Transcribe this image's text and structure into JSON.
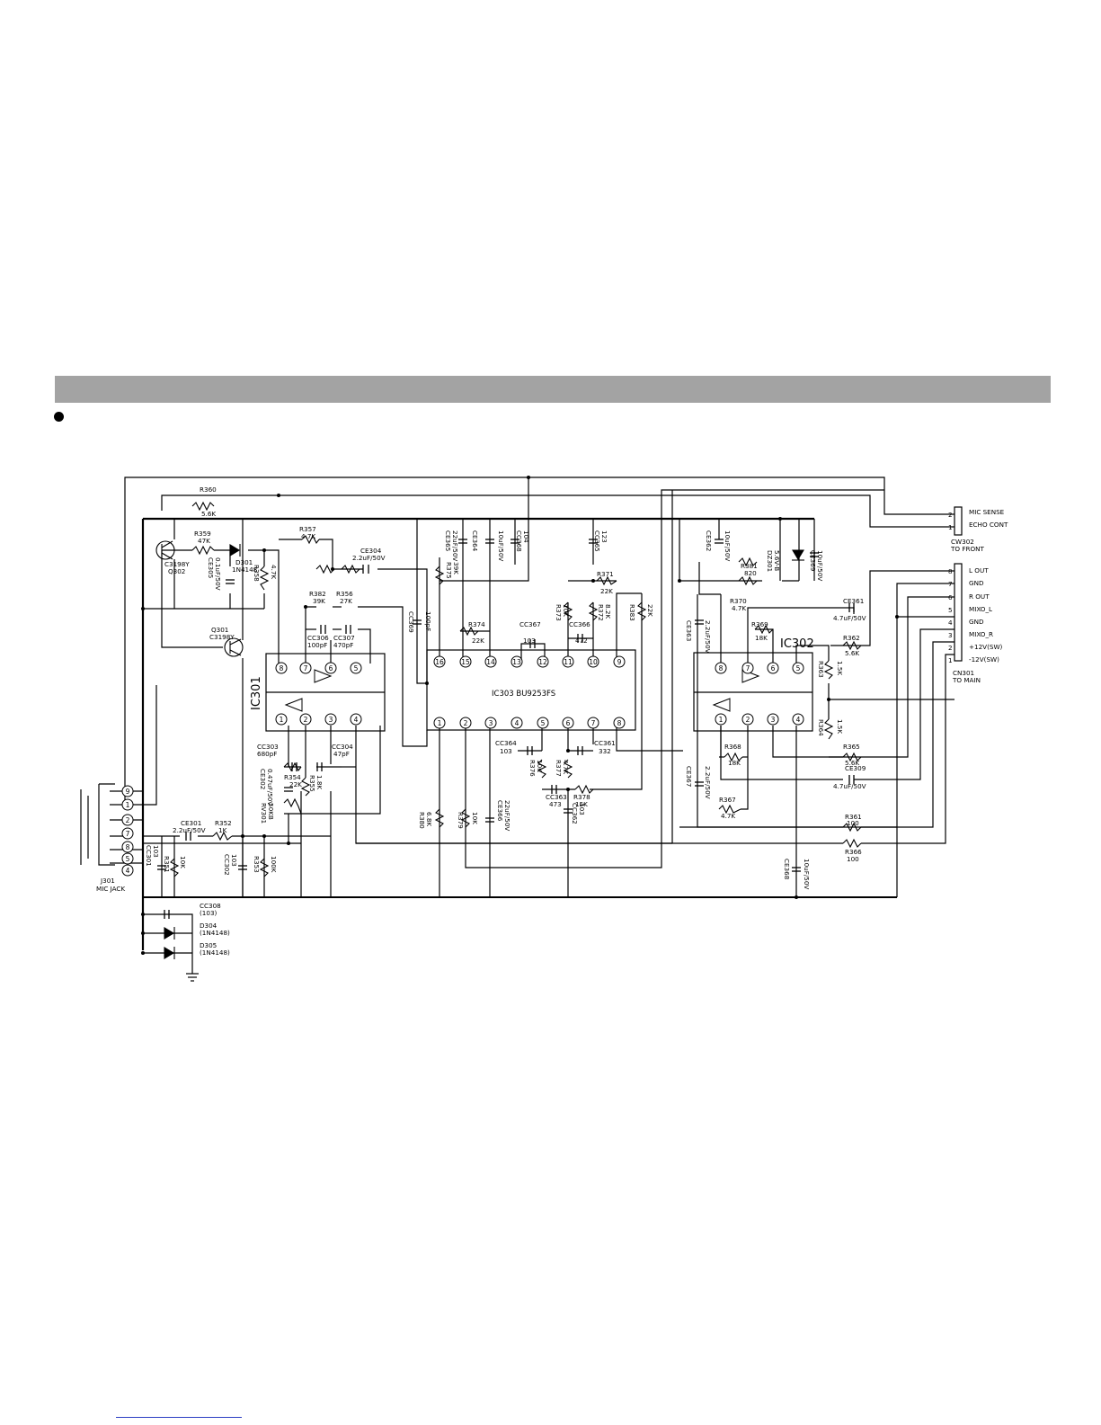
{
  "header": {
    "bar_color": "#a3a3a3",
    "bullet": "●"
  },
  "chips": {
    "ic301": "IC301",
    "ic302": "IC302",
    "ic303": "IC303 BU9253FS",
    "ic303_top_pins": [
      "16",
      "15",
      "14",
      "13",
      "12",
      "11",
      "10",
      "9"
    ],
    "ic303_bottom_pins": [
      "1",
      "2",
      "3",
      "4",
      "5",
      "6",
      "7",
      "8"
    ],
    "opamp_pins_top": [
      "8",
      "7",
      "6",
      "5"
    ],
    "opamp_pins_bottom": [
      "1",
      "2",
      "3",
      "4"
    ]
  },
  "connectors": {
    "cw302": {
      "name": "CW302",
      "sub": "TO FRONT",
      "pins": [
        "2",
        "1"
      ],
      "labels": [
        "MIC SENSE",
        "ECHO CONT"
      ]
    },
    "cn301": {
      "name": "CN301",
      "sub": "TO MAIN",
      "pins": [
        "8",
        "7",
        "6",
        "5",
        "4",
        "3",
        "2",
        "1"
      ],
      "labels": [
        "L OUT",
        "GND",
        "R OUT",
        "MIXO_L",
        "GND",
        "MIXO_R",
        "+12V(SW)",
        "-12V(SW)"
      ]
    },
    "j301": {
      "name": "J301",
      "sub": "MIC JACK",
      "pins": [
        "9",
        "1",
        "2",
        "7",
        "8",
        "5",
        "4"
      ]
    }
  },
  "components": {
    "r360": [
      "R360",
      "5.6K"
    ],
    "r359": [
      "R359",
      "47K"
    ],
    "q302": [
      "C3198Y",
      "Q302"
    ],
    "d301": [
      "D301",
      "1N4148"
    ],
    "r357": [
      "R357",
      "4.7K"
    ],
    "ce304": [
      "CE304",
      "2.2uF/50V"
    ],
    "r358": [
      "R358",
      "4.7K"
    ],
    "ce305": [
      "CE305",
      "0.1uF/50V"
    ],
    "q301": [
      "Q301",
      "C3198Y"
    ],
    "r382": [
      "R382",
      "39K"
    ],
    "r356": [
      "R356",
      "27K"
    ],
    "cc306": [
      "CC306",
      "100pF"
    ],
    "cc307": [
      "CC307",
      "470pF"
    ],
    "cc303": [
      "CC303",
      "680pF"
    ],
    "cc304": [
      "CC304",
      "47pF"
    ],
    "ce302": [
      "CE302",
      "0.47uF/50V"
    ],
    "r354": [
      "R354",
      "22K"
    ],
    "r355": [
      "R355",
      "1.8K"
    ],
    "rv301": [
      "RV301",
      "50KB"
    ],
    "ce301": [
      "CE301",
      "2.2uF/50V"
    ],
    "r352": [
      "R352",
      "1K"
    ],
    "cc301": [
      "CC301",
      "103"
    ],
    "r351": [
      "R351",
      "10K"
    ],
    "cc302": [
      "CC302",
      "103"
    ],
    "r353": [
      "R353",
      "100K"
    ],
    "cc308": [
      "CC308",
      "(103)"
    ],
    "d304": [
      "D304",
      "(1N4148)"
    ],
    "d305": [
      "D305",
      "(1N4148)"
    ],
    "cc369": [
      "CC369",
      "100pF"
    ],
    "r375": [
      "R375",
      "39K"
    ],
    "ce365": [
      "CE365",
      "22uF/50V"
    ],
    "ce364": [
      "CE364",
      "10uF/50V"
    ],
    "cc368": [
      "CC368",
      "104"
    ],
    "cc365": [
      "CC365",
      "123"
    ],
    "r371": [
      "R371",
      "22K"
    ],
    "r374": [
      "R374",
      "22K"
    ],
    "cc367": [
      "CC367",
      "103"
    ],
    "r373": [
      "R373",
      "10K"
    ],
    "r372": [
      "R372",
      "8.2K"
    ],
    "cc366": [
      "CC366",
      "472"
    ],
    "r383": [
      "R383",
      "22K"
    ],
    "cc364": [
      "CC364",
      "103"
    ],
    "cc361": [
      "CC361",
      "332"
    ],
    "r376": [
      "R376",
      "10K"
    ],
    "r377": [
      "R377",
      "4.7K"
    ],
    "cc363": [
      "CC363",
      "473"
    ],
    "r378": [
      "R378",
      "15K"
    ],
    "cc362": [
      "CC362",
      "103"
    ],
    "r380": [
      "R380",
      "6.8K"
    ],
    "r379": [
      "R379",
      "10K"
    ],
    "ce366": [
      "CE366",
      "22uF/50V"
    ],
    "ce362": [
      "CE362",
      "10uF/50V"
    ],
    "r381": [
      "R381",
      "820"
    ],
    "dz301": [
      "DZ301",
      "5.6V-B"
    ],
    "ce369": [
      "CE369",
      "10uF/50V"
    ],
    "r370": [
      "R370",
      "4.7K"
    ],
    "ce361": [
      "CE361",
      "4.7uF/50V"
    ],
    "ce363": [
      "CE363",
      "2.2uF/50V"
    ],
    "r369": [
      "R369",
      "18K"
    ],
    "r362": [
      "R362",
      "5.6K"
    ],
    "r363": [
      "R363",
      "1.5K"
    ],
    "r364": [
      "R364",
      "1.5K"
    ],
    "r368": [
      "R368",
      "18K"
    ],
    "r365": [
      "R365",
      "5.6K"
    ],
    "ce309": [
      "CE309",
      "4.7uF/50V"
    ],
    "ce367": [
      "CE367",
      "2.2uF/50V"
    ],
    "r367": [
      "R367",
      "4.7K"
    ],
    "r361": [
      "R361",
      "100"
    ],
    "r366": [
      "R366",
      "100"
    ],
    "ce368": [
      "CE368",
      "10uF/50V"
    ]
  }
}
